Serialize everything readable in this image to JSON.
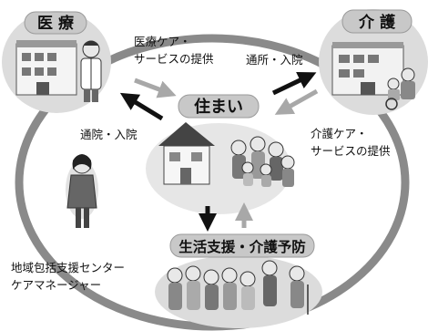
{
  "nodes": {
    "center": {
      "label": "住まい"
    },
    "medical": {
      "label": "医 療"
    },
    "care": {
      "label": "介 護"
    },
    "support": {
      "label": "生活支援・介護予防"
    },
    "center_staff": {
      "label_lines": [
        "地域包括支援センター",
        "ケアマネージャー"
      ]
    }
  },
  "edges": {
    "home_to_medical": {
      "label": "通院・入院"
    },
    "medical_to_home": {
      "label_lines": [
        "医療ケア・",
        "サービスの提供"
      ]
    },
    "home_to_care": {
      "label": "通所・入院"
    },
    "care_to_home": {
      "label_lines": [
        "介護ケア・",
        "サービスの提供"
      ]
    }
  },
  "colors": {
    "ring": "#8a8a8a",
    "pill": "#c8c8c8",
    "pill_dark": "#b4b4b4",
    "arrow_dark": "#111111",
    "arrow_gray": "#a8a8a8",
    "blob": "#dcdcdc"
  }
}
